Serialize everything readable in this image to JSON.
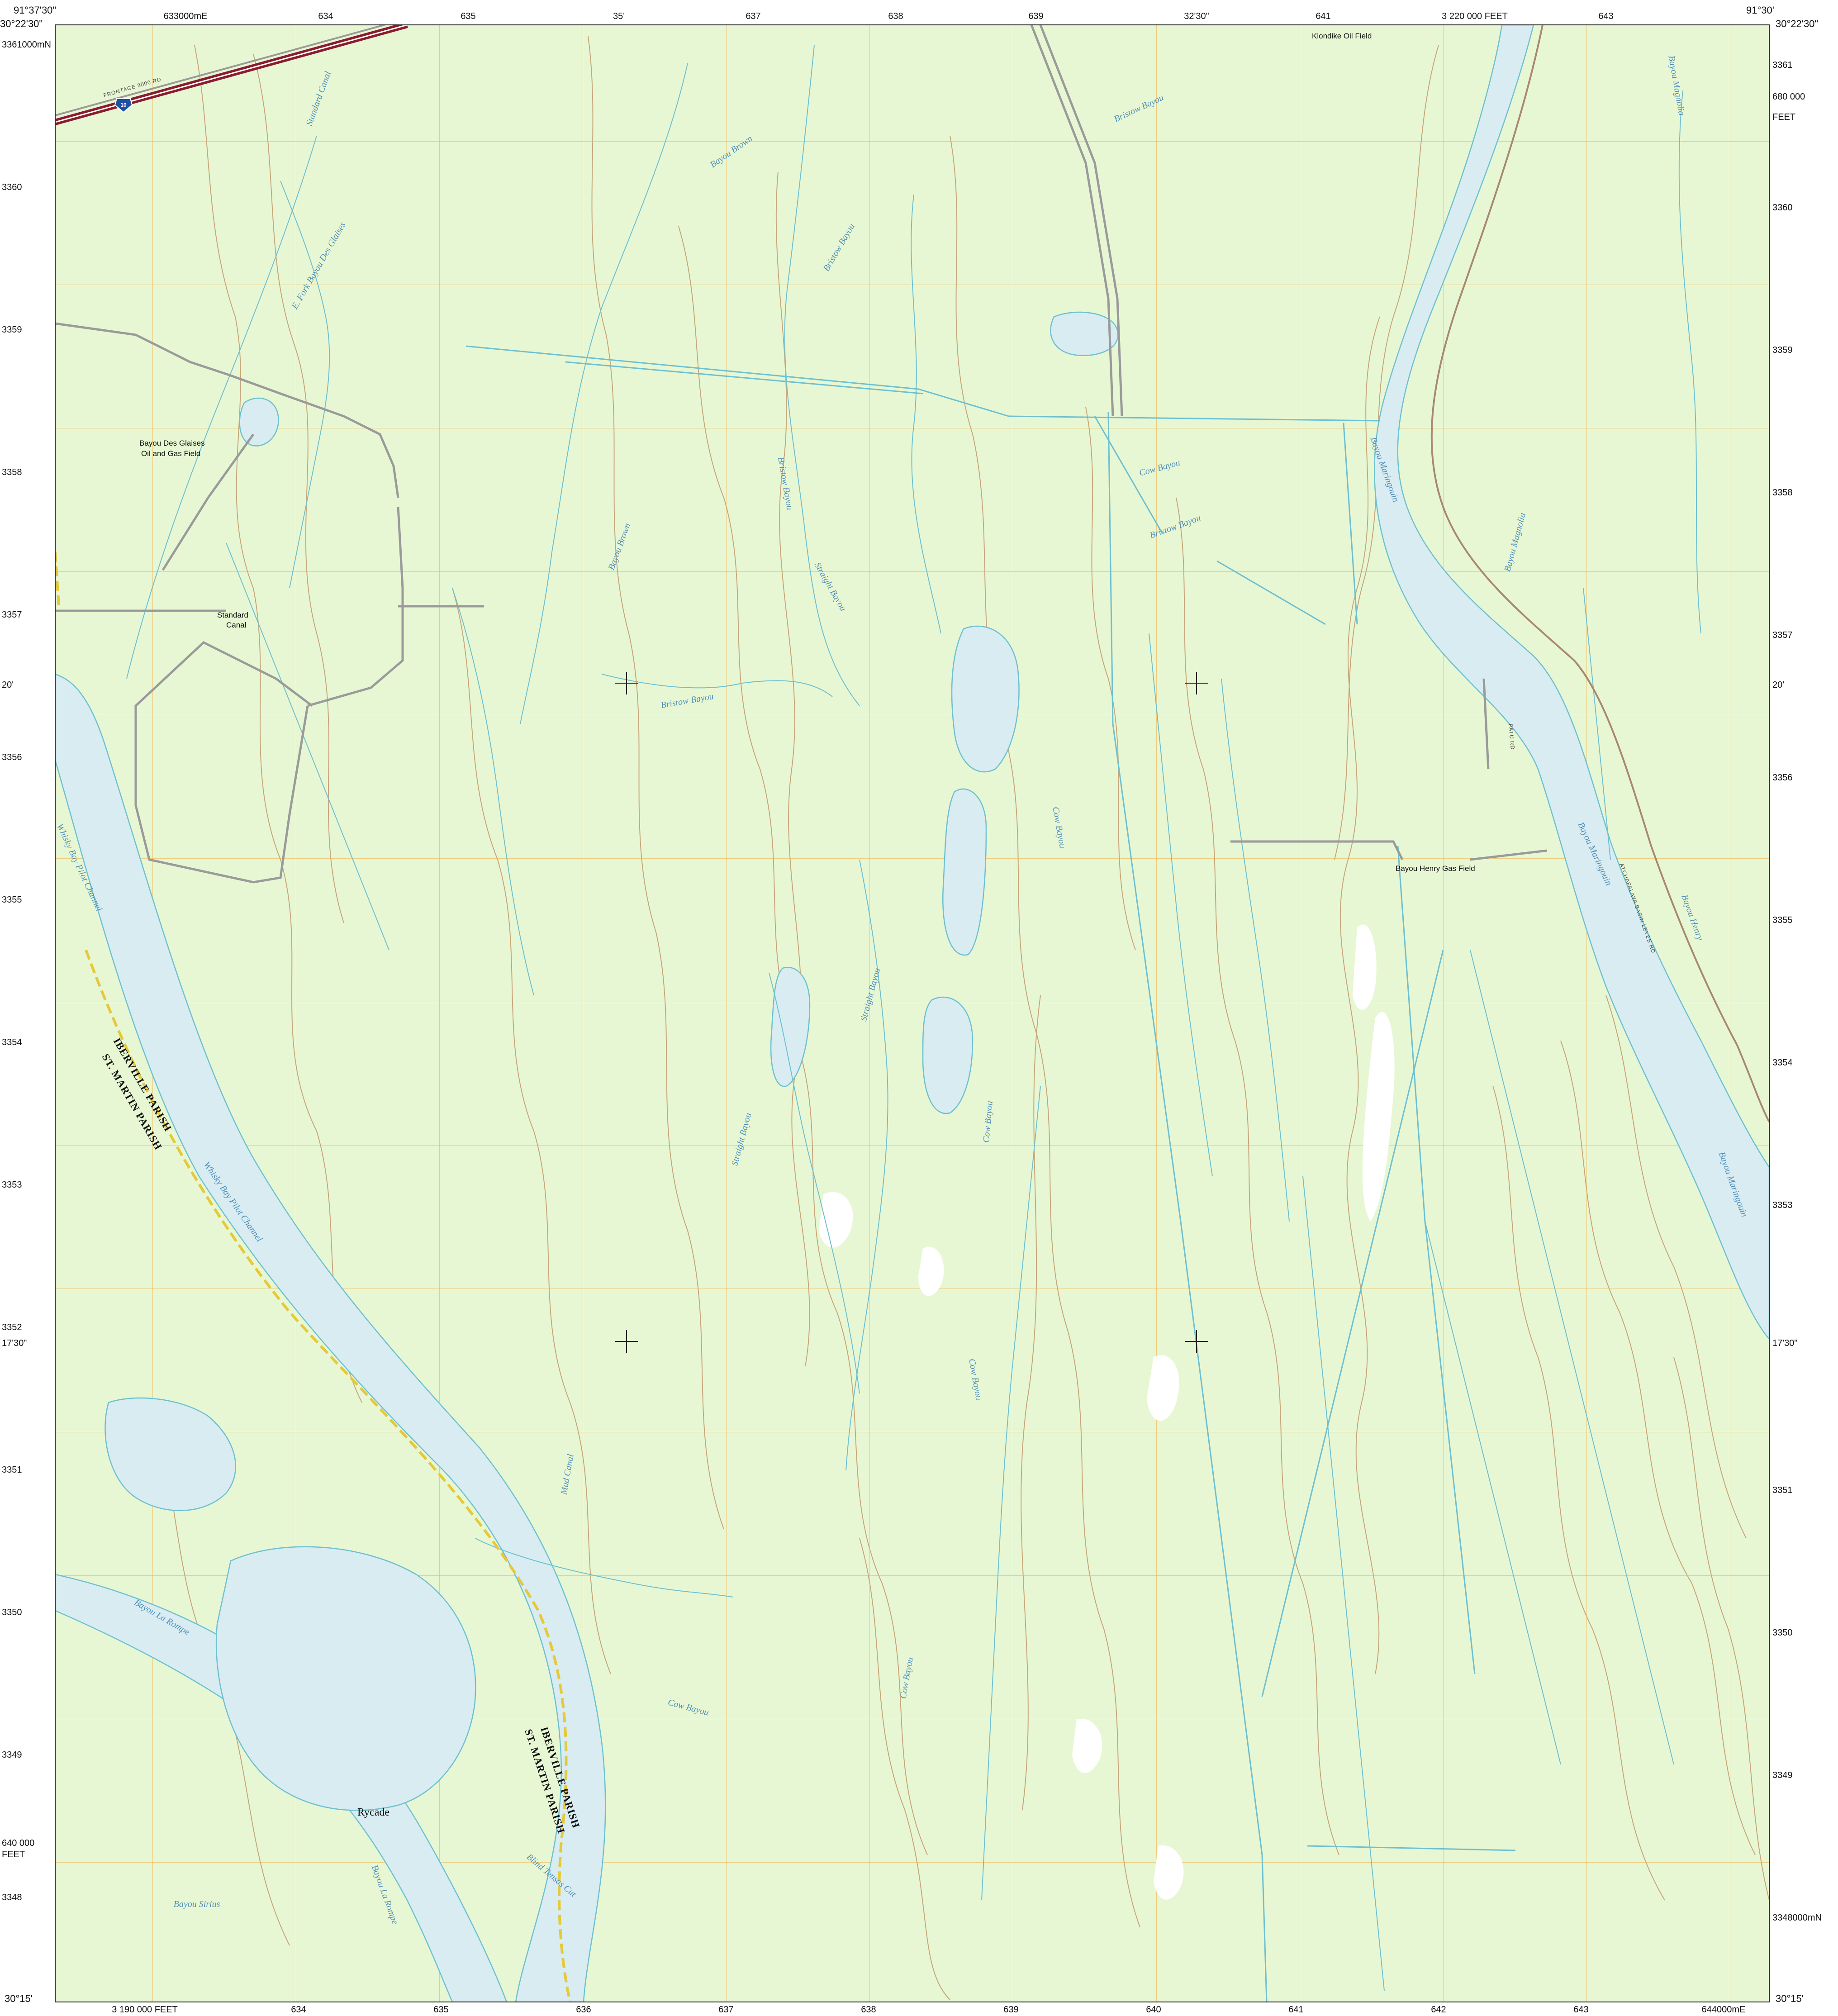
{
  "map": {
    "colors": {
      "land": "#e8f7d3",
      "water": "#d8ecf2",
      "stream": "#6dc0d0",
      "contour": "#c7a57a",
      "grid": "#f1b34a",
      "road": "#9a9a9a",
      "interstate": "#8a1c2d",
      "parish_line": "#e5c93a",
      "clearing": "#ffffff"
    },
    "corners": {
      "nw_lon": "91°37'30\"",
      "nw_lat": "30°22'30\"",
      "ne_lon": "91°30'",
      "ne_lat": "30°22'30\"",
      "sw_lat": "30°15'",
      "se_lat": "30°15'"
    },
    "top_labels": [
      "633000mE",
      "634",
      "635",
      "35'",
      "637",
      "638",
      "639",
      "32'30\"",
      "641",
      "3 220 000  FEET",
      "643"
    ],
    "bottom_labels": [
      "3 190 000  FEET",
      "634",
      "635",
      "636",
      "637",
      "638",
      "639",
      "640",
      "641",
      "642",
      "643",
      "644000mE"
    ],
    "left_labels": [
      "3361000mN",
      "3360",
      "3359",
      "3358",
      "3357",
      "20'",
      "3356",
      "3355",
      "3354",
      "3353",
      "3352",
      "17'30\"",
      "3351",
      "3350",
      "3349",
      "640 000",
      "FEET",
      "3348"
    ],
    "right_labels": [
      "3361",
      "680 000",
      "FEET",
      "3360",
      "3359",
      "3358",
      "3357",
      "20'",
      "3356",
      "3355",
      "3354",
      "3353",
      "17'30\"",
      "3351",
      "3350",
      "3349",
      "3348000mN"
    ],
    "water_names": [
      "Bayou Brown",
      "Bristow Bayou",
      "Bristow Bayou",
      "Bristow Bayou",
      "Bristow Bayou",
      "E. Fork Bayou Des Glaises",
      "Standard Canal",
      "Bayou Brown",
      "Bristow Bayou",
      "Straight Bayou",
      "Straight Bayou",
      "Straight Bayou",
      "Cow Bayou",
      "Cow Bayou",
      "Cow Bayou",
      "Cow Bayou",
      "Cow Bayou",
      "Cow Bayou",
      "Bayou Maringouin",
      "Bayou Maringouin",
      "Bayou Maringouin",
      "Bayou Magnolia",
      "Bayou Magnolia",
      "Bayou Henry",
      "Whisky Bay Pilot Channel",
      "Whisky Bay Pilot Channel",
      "Bayou La Rompe",
      "Bayou La Rompe",
      "Bayou Sirius",
      "Blind Tensas Cut",
      "Mud Canal"
    ],
    "places": {
      "klondike": "Klondike Oil Field",
      "des_glaises_1": "Bayou Des Glaises",
      "des_glaises_2": "Oil and Gas Field",
      "standard_1": "Standard",
      "standard_2": "Canal",
      "henry": "Bayou Henry Gas Field",
      "rycade": "Rycade"
    },
    "parishes": {
      "iberville": "IBERVILLE PARISH",
      "st_martin": "ST. MARTIN PARISH"
    },
    "roads": {
      "frontage": "FRONTAGE 3000 RD",
      "levee": "ATCHAFALAYA BASIN LEVEE RD",
      "patu": "PATU RD",
      "interstate_shield": "10"
    }
  }
}
